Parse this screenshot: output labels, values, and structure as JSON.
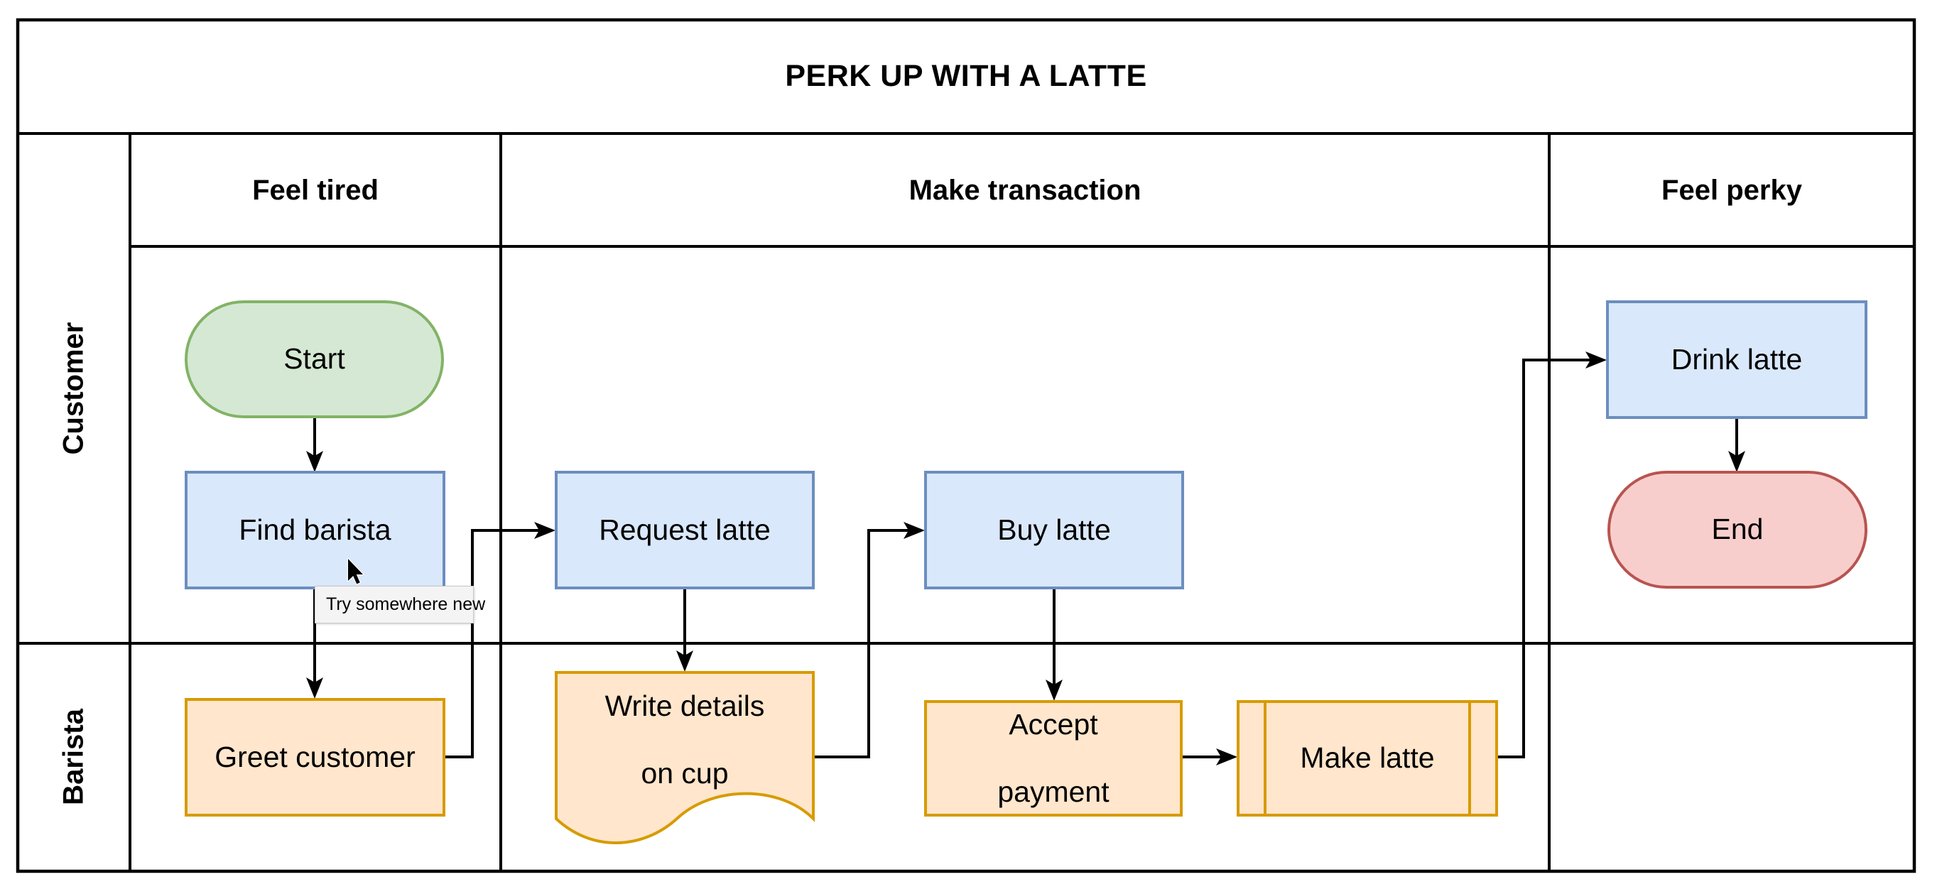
{
  "diagram": {
    "title": "PERK UP WITH A LATTE",
    "phases": [
      {
        "label": "Feel tired"
      },
      {
        "label": "Make transaction"
      },
      {
        "label": "Feel perky"
      }
    ],
    "lanes": [
      {
        "label": "Customer"
      },
      {
        "label": "Barista"
      }
    ],
    "nodes": {
      "start": {
        "label": "Start",
        "shape": "terminator",
        "lane": "Customer",
        "phase": "Feel tired"
      },
      "find_barista": {
        "label": "Find barista",
        "shape": "process",
        "lane": "Customer",
        "phase": "Feel tired"
      },
      "greet_customer": {
        "label": "Greet customer",
        "shape": "process",
        "lane": "Barista",
        "phase": "Feel tired"
      },
      "request_latte": {
        "label": "Request latte",
        "shape": "process",
        "lane": "Customer",
        "phase": "Make transaction"
      },
      "write_details": {
        "label": "Write details on cup",
        "label_lines": [
          "Write details",
          "on cup"
        ],
        "shape": "document",
        "lane": "Barista",
        "phase": "Make transaction"
      },
      "buy_latte": {
        "label": "Buy latte",
        "shape": "process",
        "lane": "Customer",
        "phase": "Make transaction"
      },
      "accept_payment": {
        "label": "Accept payment",
        "label_lines": [
          "Accept",
          "payment"
        ],
        "shape": "process",
        "lane": "Barista",
        "phase": "Make transaction"
      },
      "make_latte": {
        "label": "Make latte",
        "shape": "predefined-process",
        "lane": "Barista",
        "phase": "Make transaction"
      },
      "drink_latte": {
        "label": "Drink latte",
        "shape": "process",
        "lane": "Customer",
        "phase": "Feel perky"
      },
      "end": {
        "label": "End",
        "shape": "terminator",
        "lane": "Customer",
        "phase": "Feel perky"
      }
    },
    "edges": [
      {
        "from": "start",
        "to": "find_barista"
      },
      {
        "from": "find_barista",
        "to": "greet_customer"
      },
      {
        "from": "greet_customer",
        "to": "request_latte"
      },
      {
        "from": "request_latte",
        "to": "write_details"
      },
      {
        "from": "write_details",
        "to": "buy_latte"
      },
      {
        "from": "buy_latte",
        "to": "accept_payment"
      },
      {
        "from": "accept_payment",
        "to": "make_latte"
      },
      {
        "from": "make_latte",
        "to": "drink_latte"
      },
      {
        "from": "drink_latte",
        "to": "end"
      }
    ],
    "tooltip": {
      "text": "Try somewhere new"
    },
    "palette": {
      "green": {
        "fill": "#d5e8d4",
        "stroke": "#82b366"
      },
      "blue": {
        "fill": "#dae8fc",
        "stroke": "#6c8ebf"
      },
      "orange": {
        "fill": "#ffe6cc",
        "stroke": "#d79b00"
      },
      "red": {
        "fill": "#f8cecc",
        "stroke": "#b85450"
      },
      "line": "#000000",
      "tooltip_bg": "#f4f4f4",
      "tooltip_border": "#c9c9c9"
    }
  }
}
